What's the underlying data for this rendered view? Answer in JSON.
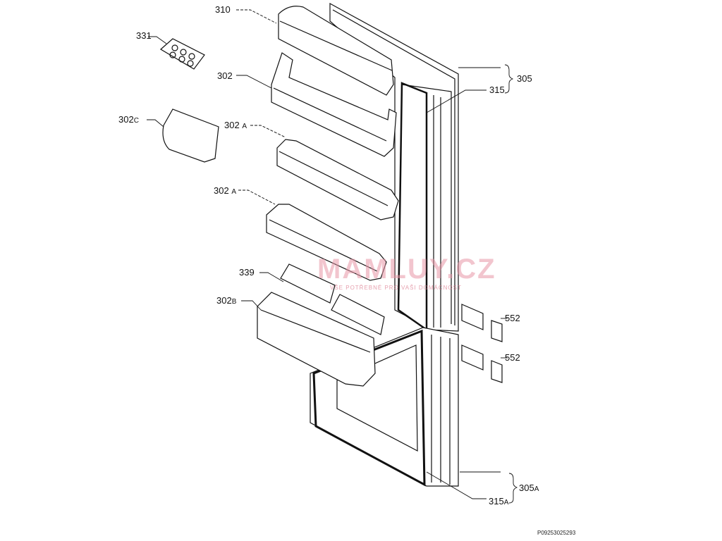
{
  "diagram": {
    "watermark": {
      "brand": "MAMLUY.CZ",
      "slogan": "VŠE POTŘEBNÉ PRO VAŠI DOMÁCNOST"
    },
    "labels": [
      {
        "id": "310",
        "text": "310"
      },
      {
        "id": "331",
        "text": "331"
      },
      {
        "id": "302",
        "text": "302"
      },
      {
        "id": "302C",
        "text": "302",
        "suffix": "C"
      },
      {
        "id": "302A-1",
        "text": "302",
        "suffix": "A"
      },
      {
        "id": "302A-2",
        "text": "302",
        "suffix": "A"
      },
      {
        "id": "339",
        "text": "339"
      },
      {
        "id": "302B",
        "text": "302",
        "suffix": "B"
      },
      {
        "id": "305",
        "text": "305"
      },
      {
        "id": "315",
        "text": "315"
      },
      {
        "id": "552-1",
        "text": "552"
      },
      {
        "id": "552-2",
        "text": "552"
      },
      {
        "id": "305A",
        "text": "305",
        "suffix": "A"
      },
      {
        "id": "315A",
        "text": "315",
        "suffix": "A"
      }
    ],
    "drawing_code": "P09253025293"
  }
}
